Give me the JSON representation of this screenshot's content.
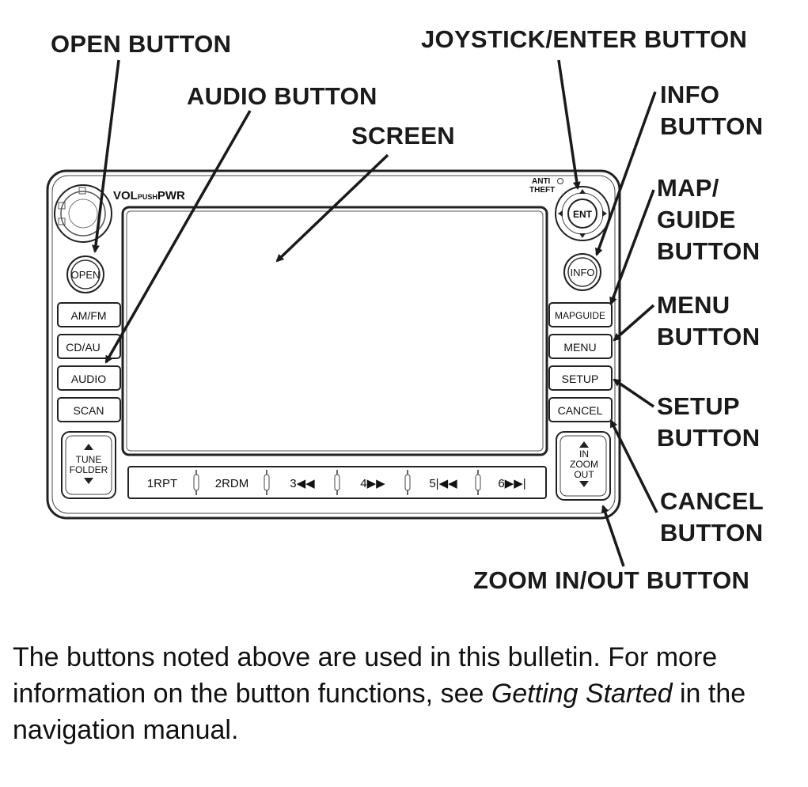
{
  "callouts": {
    "open": "OPEN BUTTON",
    "joystick": "JOYSTICK/ENTER BUTTON",
    "audio": "AUDIO BUTTON",
    "info": "INFO\nBUTTON",
    "screen": "SCREEN",
    "map_guide": "MAP/\nGUIDE\nBUTTON",
    "menu": "MENU\nBUTTON",
    "setup": "SETUP\nBUTTON",
    "cancel": "CANCEL\nBUTTON",
    "zoom": "ZOOM IN/OUT BUTTON"
  },
  "unit": {
    "vol_label_a": "VOL",
    "vol_label_b": "PUSH",
    "vol_label_c": "PWR",
    "anti_theft_1": "ANTI",
    "anti_theft_2": "THEFT",
    "ent": "ENT",
    "info": "INFO",
    "open": "OPEN",
    "left_buttons": [
      "AM/FM",
      "CD/AU",
      "AUDIO",
      "SCAN"
    ],
    "right_buttons": [
      "MAPGUIDE",
      "MENU",
      "SETUP",
      "CANCEL"
    ],
    "tune_folder": [
      "TUNE",
      "FOLDER"
    ],
    "zoom_labels": [
      "IN",
      "ZOOM",
      "OUT"
    ],
    "presets": [
      "1RPT",
      "2RDM",
      "3◀◀",
      "4▶▶",
      "5|◀◀",
      "6▶▶|"
    ]
  },
  "caption": {
    "part1": "The buttons noted above are used in this bulletin. For more information on the button functions, see ",
    "italic": "Getting Started",
    "part2": " in the navigation manual."
  }
}
